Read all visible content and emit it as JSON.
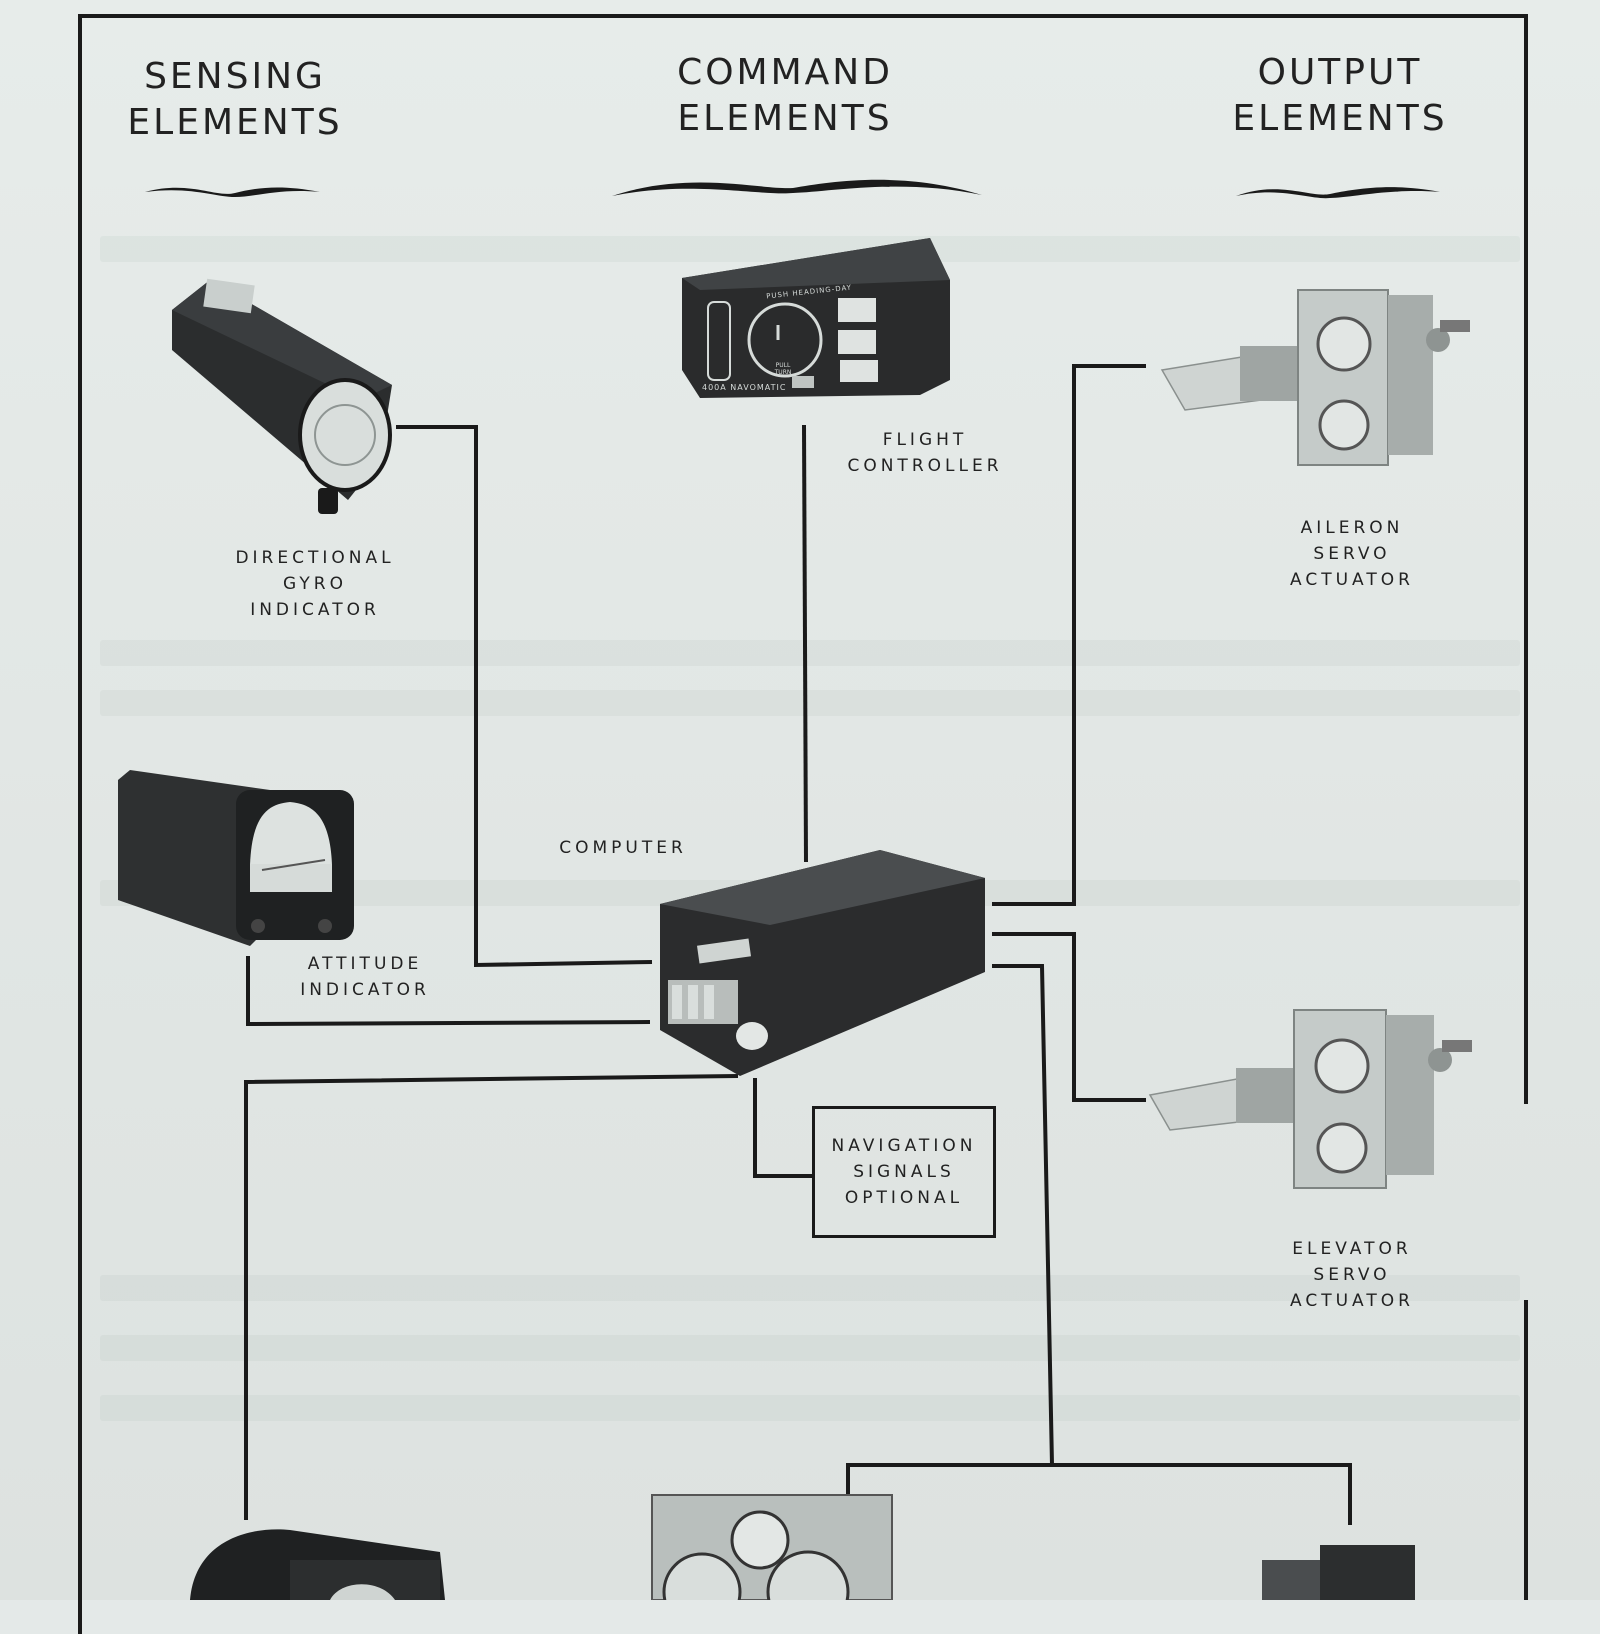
{
  "headers": {
    "sensing": [
      "SENSING",
      "ELEMENTS"
    ],
    "command": [
      "COMMAND",
      "ELEMENTS"
    ],
    "output": [
      "OUTPUT",
      "ELEMENTS"
    ]
  },
  "components": {
    "directional_gyro": [
      "DIRECTIONAL",
      "GYRO",
      "INDICATOR"
    ],
    "attitude_indicator": [
      "ATTITUDE",
      "INDICATOR"
    ],
    "flight_controller": [
      "FLIGHT",
      "CONTROLLER"
    ],
    "computer": "COMPUTER",
    "aileron_servo": [
      "AILERON",
      "SERVO",
      "ACTUATOR"
    ],
    "elevator_servo": [
      "ELEVATOR",
      "SERVO",
      "ACTUATOR"
    ],
    "navigation": [
      "NAVIGATION",
      "SIGNALS",
      "OPTIONAL"
    ]
  },
  "flight_controller_panel": {
    "top_label": "PUSH HEADING-DAY",
    "brand": "400A NAVOMATIC",
    "knob_label": "PULL TURN"
  },
  "colors": {
    "paper": "#e4e9e8",
    "ink": "#1a1a1a",
    "device_dark": "#2b2d2e"
  }
}
